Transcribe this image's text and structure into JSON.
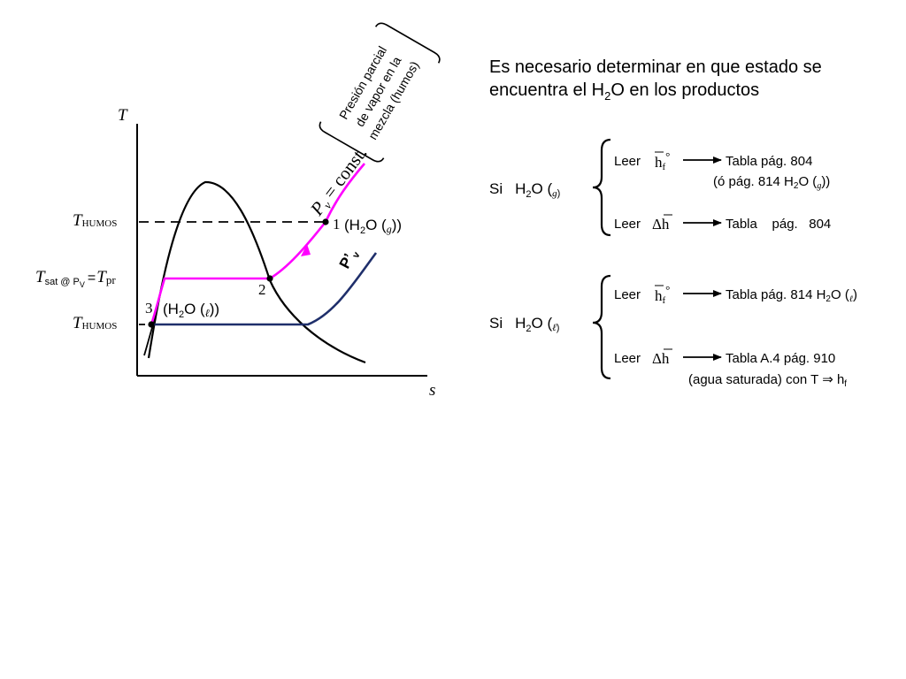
{
  "colors": {
    "saturation_curve": "#000000",
    "vapor_process": "#ff00ff",
    "liquid_isobar": "#1f2f6b",
    "axes": "#000000"
  },
  "diagram": {
    "axis_t": "T",
    "axis_s": "s",
    "t_humos_1": "T",
    "t_humos_1_sub": "HUMOS",
    "t_sat_main": "T",
    "t_sat_sub": "sat @ P",
    "t_sat_sub_v": "V",
    "t_sat_eq": "=",
    "t_pr": "T",
    "t_pr_sub": "pr",
    "t_humos_2": "T",
    "t_humos_2_sub": "HUMOS",
    "point_1": "1",
    "point_2": "2",
    "point_3": "3",
    "label_vapor_a": "(H",
    "label_vapor_sub": "2",
    "label_vapor_b": "O (",
    "label_vapor_phase": "g",
    "label_vapor_c": "))",
    "label_liquid_a": "(H",
    "label_liquid_sub": "2",
    "label_liquid_b": "O (",
    "label_liquid_phase": "ℓ",
    "label_liquid_c": "))",
    "pv_const": "P",
    "pv_const_sub": "v",
    "pv_const_rest": " = const.",
    "p_prime_v": "P’",
    "p_prime_v_sub": "v",
    "annotation_line1": "Presión parcial",
    "annotation_line2": "de vapor en la",
    "annotation_line3": "mezcla (humos)"
  },
  "heading": {
    "line1": "Es necesario determinar en que estado se",
    "line2_a": "encuentra el H",
    "line2_sub": "2",
    "line2_b": "O en los productos"
  },
  "case_gas": {
    "si": "Si",
    "h2o_a": "H",
    "h2o_sub": "2",
    "h2o_b": "O (",
    "phase": "g",
    "h2o_c": ")",
    "leer1": "Leer",
    "sym1": "h",
    "sym1_sub": "f",
    "sym1_sup": "°",
    "target1": "Tabla pág. 804",
    "alt_a": "(ó pág. 814 H",
    "alt_sub": "2",
    "alt_b": "O (",
    "alt_phase": "g",
    "alt_c": "))",
    "leer2": "Leer",
    "sym2": "Δh",
    "target2": "Tabla    pág.   804"
  },
  "case_liquid": {
    "si": "Si",
    "h2o_a": "H",
    "h2o_sub": "2",
    "h2o_b": "O (",
    "phase": "ℓ",
    "h2o_c": ")",
    "leer1": "Leer",
    "sym1": "h",
    "sym1_sub": "f",
    "sym1_sup": "°",
    "target1_a": "Tabla pág. 814 H",
    "target1_sub": "2",
    "target1_b": "O (",
    "target1_phase": "ℓ",
    "target1_c": ")",
    "leer2": "Leer",
    "sym2": "Δh",
    "target2": "Tabla A.4 pág. 910",
    "note_a": "(agua saturada) con T ⇒ h",
    "note_sub": "f"
  }
}
